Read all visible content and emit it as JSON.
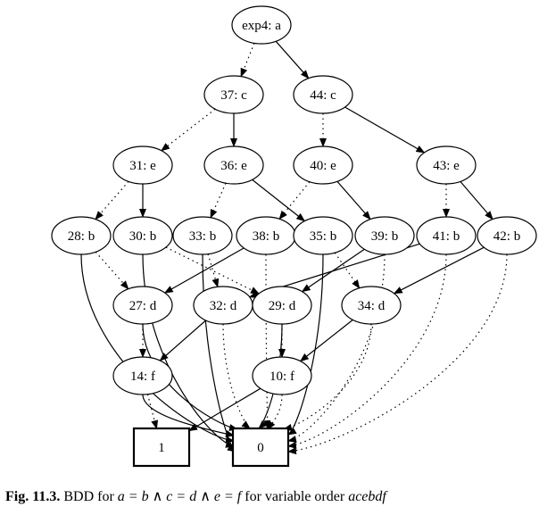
{
  "diagram": {
    "nodes": [
      {
        "id": "exp4",
        "label": "exp4: a",
        "shape": "ellipse"
      },
      {
        "id": "n37",
        "label": "37: c",
        "shape": "ellipse"
      },
      {
        "id": "n44",
        "label": "44: c",
        "shape": "ellipse"
      },
      {
        "id": "n31",
        "label": "31: e",
        "shape": "ellipse"
      },
      {
        "id": "n36",
        "label": "36: e",
        "shape": "ellipse"
      },
      {
        "id": "n40",
        "label": "40: e",
        "shape": "ellipse"
      },
      {
        "id": "n43",
        "label": "43: e",
        "shape": "ellipse"
      },
      {
        "id": "n28",
        "label": "28: b",
        "shape": "ellipse"
      },
      {
        "id": "n30",
        "label": "30: b",
        "shape": "ellipse"
      },
      {
        "id": "n33",
        "label": "33: b",
        "shape": "ellipse"
      },
      {
        "id": "n38",
        "label": "38: b",
        "shape": "ellipse"
      },
      {
        "id": "n35",
        "label": "35: b",
        "shape": "ellipse"
      },
      {
        "id": "n39",
        "label": "39: b",
        "shape": "ellipse"
      },
      {
        "id": "n41",
        "label": "41: b",
        "shape": "ellipse"
      },
      {
        "id": "n42",
        "label": "42: b",
        "shape": "ellipse"
      },
      {
        "id": "n27",
        "label": "27: d",
        "shape": "ellipse"
      },
      {
        "id": "n32",
        "label": "32: d",
        "shape": "ellipse"
      },
      {
        "id": "n29",
        "label": "29: d",
        "shape": "ellipse"
      },
      {
        "id": "n34",
        "label": "34: d",
        "shape": "ellipse"
      },
      {
        "id": "n14",
        "label": "14: f",
        "shape": "ellipse"
      },
      {
        "id": "n10",
        "label": "10: f",
        "shape": "ellipse"
      },
      {
        "id": "t1",
        "label": "1",
        "shape": "box"
      },
      {
        "id": "t0",
        "label": "0",
        "shape": "box"
      }
    ],
    "edges": [
      {
        "from": "exp4",
        "to": "n37",
        "style": "dotted"
      },
      {
        "from": "exp4",
        "to": "n44",
        "style": "solid"
      },
      {
        "from": "n37",
        "to": "n31",
        "style": "dotted"
      },
      {
        "from": "n37",
        "to": "n36",
        "style": "solid"
      },
      {
        "from": "n44",
        "to": "n40",
        "style": "dotted"
      },
      {
        "from": "n44",
        "to": "n43",
        "style": "solid"
      },
      {
        "from": "n31",
        "to": "n28",
        "style": "dotted"
      },
      {
        "from": "n31",
        "to": "n30",
        "style": "solid"
      },
      {
        "from": "n36",
        "to": "n33",
        "style": "dotted"
      },
      {
        "from": "n36",
        "to": "n35",
        "style": "solid"
      },
      {
        "from": "n40",
        "to": "n38",
        "style": "dotted"
      },
      {
        "from": "n40",
        "to": "n39",
        "style": "solid"
      },
      {
        "from": "n43",
        "to": "n41",
        "style": "dotted"
      },
      {
        "from": "n43",
        "to": "n42",
        "style": "solid"
      },
      {
        "from": "n28",
        "to": "n27",
        "style": "dotted"
      },
      {
        "from": "n28",
        "to": "t0",
        "style": "solid"
      },
      {
        "from": "n30",
        "to": "n29",
        "style": "dotted"
      },
      {
        "from": "n30",
        "to": "t0",
        "style": "solid"
      },
      {
        "from": "n33",
        "to": "n32",
        "style": "dotted"
      },
      {
        "from": "n33",
        "to": "t0",
        "style": "solid"
      },
      {
        "from": "n38",
        "to": "n27",
        "style": "solid"
      },
      {
        "from": "n38",
        "to": "t0",
        "style": "dotted"
      },
      {
        "from": "n35",
        "to": "n34",
        "style": "dotted"
      },
      {
        "from": "n35",
        "to": "t0",
        "style": "solid"
      },
      {
        "from": "n39",
        "to": "n29",
        "style": "solid"
      },
      {
        "from": "n39",
        "to": "t0",
        "style": "dotted"
      },
      {
        "from": "n41",
        "to": "n32",
        "style": "solid"
      },
      {
        "from": "n41",
        "to": "t0",
        "style": "dotted"
      },
      {
        "from": "n42",
        "to": "n34",
        "style": "solid"
      },
      {
        "from": "n42",
        "to": "t0",
        "style": "dotted"
      },
      {
        "from": "n27",
        "to": "n14",
        "style": "dotted"
      },
      {
        "from": "n27",
        "to": "t0",
        "style": "solid"
      },
      {
        "from": "n32",
        "to": "n14",
        "style": "solid"
      },
      {
        "from": "n32",
        "to": "t0",
        "style": "dotted"
      },
      {
        "from": "n29",
        "to": "n10",
        "style": "dotted"
      },
      {
        "from": "n29",
        "to": "t0",
        "style": "solid"
      },
      {
        "from": "n34",
        "to": "n10",
        "style": "solid"
      },
      {
        "from": "n34",
        "to": "t0",
        "style": "dotted"
      },
      {
        "from": "n14",
        "to": "t1",
        "style": "dotted"
      },
      {
        "from": "n14",
        "to": "t0",
        "style": "solid"
      },
      {
        "from": "n10",
        "to": "t1",
        "style": "solid"
      },
      {
        "from": "n10",
        "to": "t0",
        "style": "dotted"
      }
    ]
  },
  "caption": {
    "label": "Fig. 11.3.",
    "text_prefix": "BDD for",
    "formula": "a = b ∧ c = d ∧ e = f",
    "text_middle": "for variable order",
    "order": "acebdf"
  }
}
